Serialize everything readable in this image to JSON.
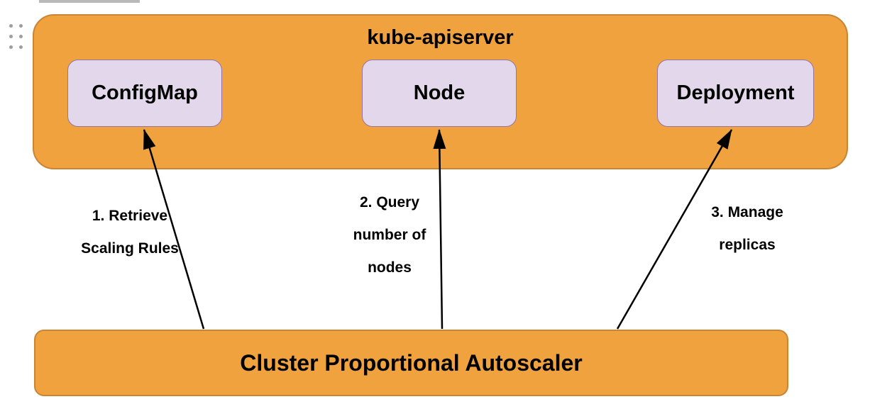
{
  "colors": {
    "canvas_bg": "#ffffff",
    "container_fill": "#efa23d",
    "container_stroke": "#c98436",
    "node_fill": "#e3d8eb",
    "node_stroke": "#9673a6",
    "arrow": "#000000",
    "text": "#000000",
    "handle_dots": "#9e9e9e",
    "top_bar": "#b9b9b9"
  },
  "icons": {
    "drag_handle": "six-dots-drag-handle-icon"
  },
  "diagram": {
    "api_server": {
      "title": "kube-apiserver",
      "nodes": [
        {
          "label": "ConfigMap"
        },
        {
          "label": "Node"
        },
        {
          "label": "Deployment"
        }
      ]
    },
    "autoscaler": {
      "title": "Cluster Proportional Autoscaler"
    },
    "arrows": [
      {
        "from": "Cluster Proportional Autoscaler",
        "to": "ConfigMap",
        "label": "1. Retrieve\nScaling Rules"
      },
      {
        "from": "Cluster Proportional Autoscaler",
        "to": "Node",
        "label": "2. Query\nnumber of\nnodes"
      },
      {
        "from": "Cluster Proportional Autoscaler",
        "to": "Deployment",
        "label": "3. Manage\nreplicas"
      }
    ]
  }
}
